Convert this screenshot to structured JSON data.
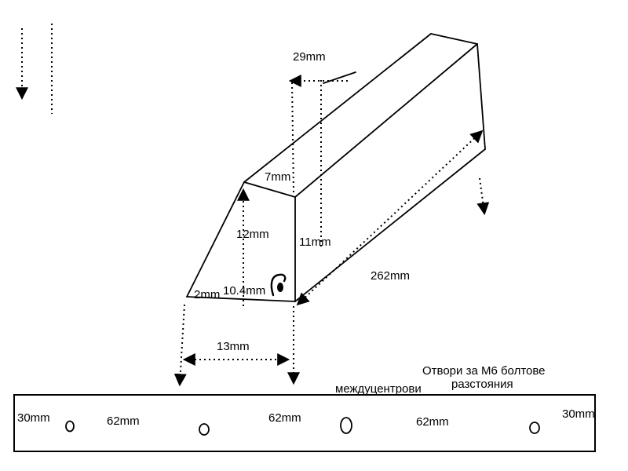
{
  "diagram": {
    "dimensions": {
      "top_width": "29mm",
      "top_face": "7mm",
      "left_height": "12mm",
      "right_height": "11mm",
      "bottom_left": "2mm",
      "bottom_inner": "10.4mm",
      "length": "262mm",
      "base_width": "13mm"
    },
    "captions": {
      "centers": "междуцентрови",
      "holes_line1": "Отвори за M6 болтове",
      "holes_line2": "разстояния"
    },
    "colors": {
      "line": "#000000",
      "background": "#ffffff"
    }
  },
  "plate": {
    "labels": [
      "30mm",
      "62mm",
      "62mm",
      "62mm",
      "30mm"
    ],
    "hole_count": 4
  }
}
